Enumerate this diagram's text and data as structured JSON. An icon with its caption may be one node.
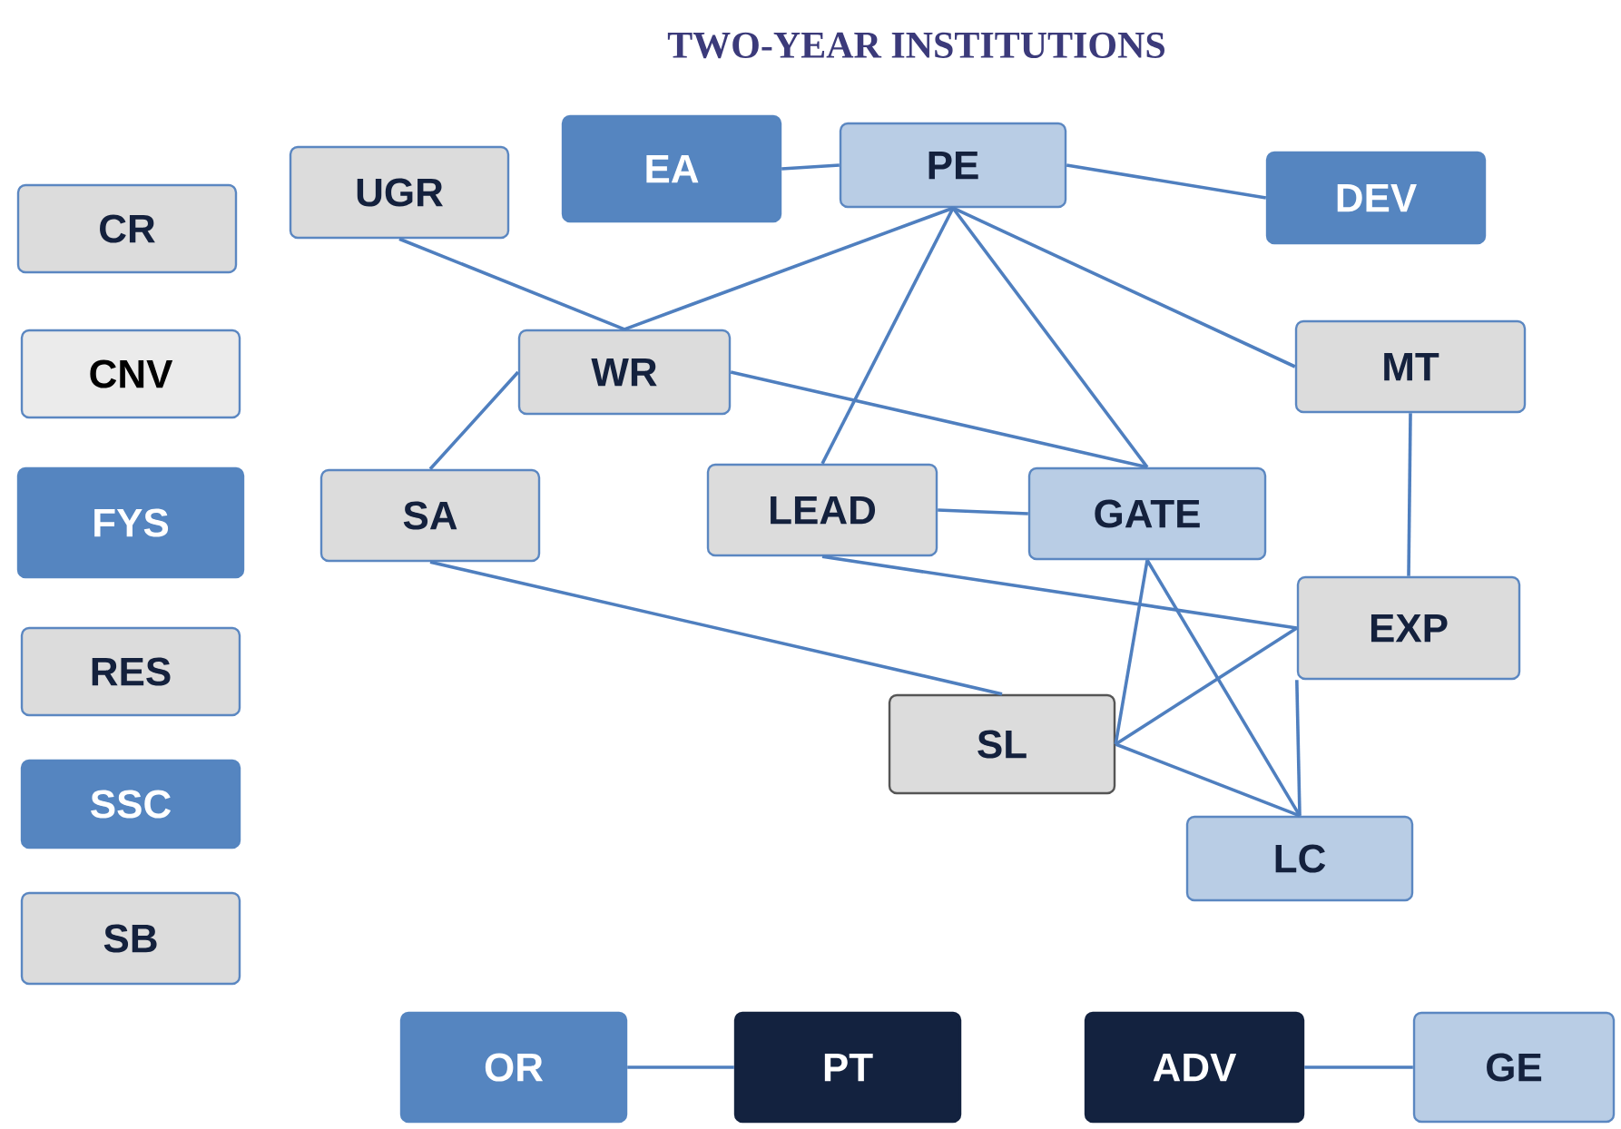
{
  "diagram": {
    "title": "TWO-YEAR INSTITUTIONS",
    "nodes": [
      {
        "text": [
          "CR"
        ]
      },
      {
        "text": [
          "CNV"
        ]
      },
      {
        "text": [
          "FYS"
        ]
      },
      {
        "text": [
          "RES"
        ]
      },
      {
        "text": [
          "SSC"
        ]
      },
      {
        "text": [
          "SB"
        ]
      },
      {
        "text": [
          "UGR"
        ]
      },
      {
        "text": [
          "EA"
        ]
      },
      {
        "text": [
          "PE"
        ]
      },
      {
        "text": [
          "DEV"
        ]
      },
      {
        "text": [
          "WR"
        ]
      },
      {
        "text": [
          "MT"
        ]
      },
      {
        "text": [
          "SA"
        ]
      },
      {
        "text": [
          "LEAD"
        ]
      },
      {
        "text": [
          "GATE"
        ]
      },
      {
        "text": [
          "EXP"
        ]
      },
      {
        "text": [
          "SL"
        ]
      },
      {
        "text": [
          "LC"
        ]
      },
      {
        "text": [
          "OR"
        ]
      },
      {
        "text": [
          "PT"
        ]
      },
      {
        "text": [
          "ADV"
        ]
      },
      {
        "text": [
          "GE"
        ]
      }
    ],
    "edges": [
      {
        "from": 7,
        "to": 8,
        "arrow": "none"
      },
      {
        "from": 8,
        "to": 9,
        "arrow": "none"
      },
      {
        "from": 6,
        "to": 10,
        "arrow": "none"
      },
      {
        "from": 8,
        "to": 10,
        "arrow": "none"
      },
      {
        "from": 8,
        "to": 13,
        "arrow": "none"
      },
      {
        "from": 8,
        "to": 14,
        "arrow": "none"
      },
      {
        "from": 8,
        "to": 11,
        "arrow": "none"
      },
      {
        "from": 10,
        "to": 12,
        "arrow": "none"
      },
      {
        "from": 10,
        "to": 14,
        "arrow": "none"
      },
      {
        "from": 13,
        "to": 14,
        "arrow": "none"
      },
      {
        "from": 11,
        "to": 15,
        "arrow": "none"
      },
      {
        "from": 12,
        "to": 16,
        "arrow": "none"
      },
      {
        "from": 13,
        "to": 15,
        "arrow": "none"
      },
      {
        "from": 14,
        "to": 16,
        "arrow": "none"
      },
      {
        "from": 14,
        "to": 17,
        "arrow": "none"
      },
      {
        "from": 15,
        "to": 16,
        "arrow": "none"
      },
      {
        "from": 15,
        "to": 17,
        "arrow": "none"
      },
      {
        "from": 16,
        "to": 17,
        "arrow": "none"
      },
      {
        "from": 18,
        "to": 19,
        "arrow": "none"
      },
      {
        "from": 20,
        "to": 21,
        "arrow": "none"
      }
    ]
  }
}
